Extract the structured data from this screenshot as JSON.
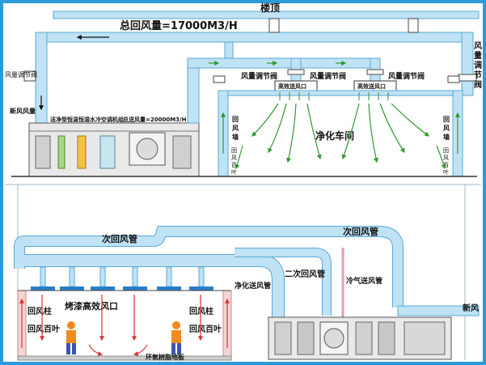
{
  "colors": {
    "duct_fill": "#bfe2f4",
    "duct_stroke": "#5aa9d6",
    "frame": "#2a9bd8",
    "arrow_green": "#2e9a2e",
    "arrow_red": "#e03030",
    "worker_orange": "#f08a1c",
    "worker_blue": "#3a56b5",
    "floor": "#cfcfcf",
    "unit": "#e9e9e9"
  },
  "top": {
    "roof_label": "楼顶",
    "total_return_air": "总回风量=17000M3/H",
    "fresh_air_damper_label": "风量调节阀",
    "fresh_air_label": "新风风量",
    "ahu_label": "洁净型恒温恒湿水冷空调机组",
    "total_supply_air": "总送风量=20000M3/H",
    "damper_labels": [
      "风量调节阀",
      "风量调节阀",
      "风量调节阀"
    ],
    "right_damper_label": "风量调节阀",
    "hepa_labels": [
      "高效送风口",
      "高效送风口"
    ],
    "room_label": "净化车间",
    "return_wall_label": "回风墙",
    "return_louver_label": "回风百叶"
  },
  "bottom": {
    "secondary_return_duct_1": "次回风管",
    "secondary_return_duct_2": "次回风管",
    "secondary_return_duct_3": "二次回风管",
    "purified_supply_duct": "净化送风管",
    "cold_supply_duct": "冷气送风管",
    "fresh_air_label": "新风",
    "return_column_label": "回风柱",
    "paint_hepa_label": "烤漆高效风口",
    "return_louver_label": "回风百叶",
    "floor_label": "环氧树脂地板"
  }
}
